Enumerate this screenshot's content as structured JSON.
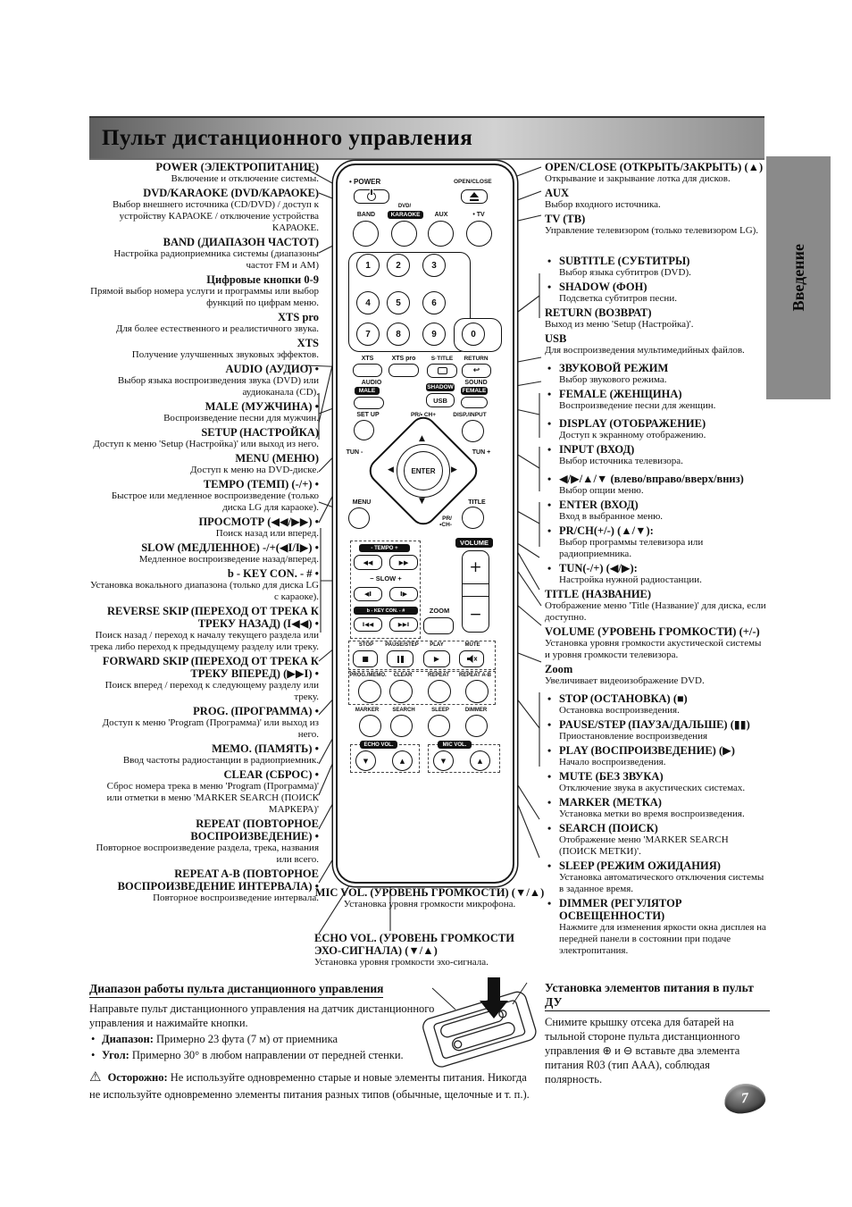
{
  "page": {
    "title": "Пульт дистанционного управления",
    "side_tab": "Введение",
    "page_number": "7"
  },
  "colors": {
    "page_bg": "#ffffff",
    "ink": "#111111",
    "tab_bg": "#8a8a8a",
    "titlebar_gray": "#a8a8a8"
  },
  "left_column": [
    {
      "h": "POWER (ЭЛЕКТРОПИТАНИЕ)",
      "d": "Включение и отключение системы."
    },
    {
      "h": "DVD/KARAOKE (DVD/КАРАОКЕ)",
      "d": "Выбор внешнего источника (CD/DVD) / доступ к устройству КАРАОКЕ / отключение устройства КАРАОКЕ."
    },
    {
      "h": "BAND (ДИАПАЗОН ЧАСТОТ)",
      "d": "Настройка радиоприемника системы (диапазоны частот FM и АМ)"
    },
    {
      "h": "Цифровые кнопки 0-9",
      "d": "Прямой выбор номера услуги и программы или выбор функций по цифрам меню."
    },
    {
      "h": "XTS pro",
      "d": "Для более естественного и реалистичного звука."
    },
    {
      "h": "XTS",
      "d": "Получение улучшенных звуковых эффектов."
    },
    {
      "h": "AUDIO (АУДИО) •",
      "d": "Выбор языка воспроизведения звука (DVD) или аудиоканала (CD)."
    },
    {
      "h": "MALE (МУЖЧИНА) •",
      "d": "Воспроизведение песни для мужчин."
    },
    {
      "h": "SETUP (НАСТРОЙКА)",
      "d": "Доступ к меню 'Setup (Настройка)' или выход из него."
    },
    {
      "h": "MENU (МЕНЮ)",
      "d": "Доступ к меню на DVD-диске."
    },
    {
      "h": "TEMPO (ТЕМП) (-/+) •",
      "d": "Быстрое или медленное воспроизведение (только диска LG для караоке)."
    },
    {
      "h": "ПРОСМОТР (◀◀/▶▶) •",
      "d": "Поиск назад или вперед."
    },
    {
      "h": "SLOW (МЕДЛЕННОЕ) -/+(◀I/I▶) •",
      "d": "Медленное воспроизведение назад/вперед."
    },
    {
      "h": "b - KEY CON. - # •",
      "d": "Установка вокального диапазона (только для диска LG с караоке)."
    },
    {
      "h": "REVERSE SKIP (ПЕРЕХОД ОТ ТРЕКА К ТРЕКУ НАЗАД) (I◀◀) •",
      "d": "Поиск назад / переход к началу текущего раздела или трека либо переход к предыдущему разделу или треку."
    },
    {
      "h": "FORWARD SKIP (ПЕРЕХОД ОТ ТРЕКА К ТРЕКУ ВПЕРЕД) (▶▶I) •",
      "d": "Поиск вперед / переход к следующему разделу или треку."
    },
    {
      "h": "PROG. (ПРОГРАММА) •",
      "d": "Доступ к меню 'Program (Программа)' или выход из него."
    },
    {
      "h": "MEMO. (ПАМЯТЬ) •",
      "d": "Ввод частоты радиостанции в радиоприемник."
    },
    {
      "h": "CLEAR (СБРОС) •",
      "d": "Сброс номера трека в меню 'Program (Программа)' или отметки в меню 'MARKER SEARCH (ПОИСК МАРКЕРА)'"
    },
    {
      "h": "REPEAT (ПОВТОРНОЕ ВОСПРОИЗВЕДЕНИЕ) •",
      "d": "Повторное воспроизведение раздела, трека, названия или всего."
    },
    {
      "h": "REPEAT A-B (ПОВТОРНОЕ ВОСПРОИЗВЕДЕНИЕ ИНТЕРВАЛА) •",
      "d": "Повторное воспроизведение интервала."
    }
  ],
  "right_column": [
    {
      "h": "OPEN/CLOSE (ОТКРЫТЬ/ЗАКРЫТЬ) (▲)",
      "d": "Открывание и закрывание лотка для дисков."
    },
    {
      "h": "AUX",
      "d": "Выбор входного источника."
    },
    {
      "h": "TV (ТВ)",
      "d": "Управление телевизором (только телевизором LG)."
    },
    {
      "h": "SUBTITLE (СУБТИТРЫ)",
      "d": "Выбор языка субтитров (DVD).",
      "b": "•",
      "cls": "gap-lg"
    },
    {
      "h": "SHADOW (ФОН)",
      "d": "Подсветка субтитров песни.",
      "b": "•"
    },
    {
      "h": "RETURN (ВОЗВРАТ)",
      "d": "Выход из меню 'Setup (Настройка)'."
    },
    {
      "h": "USB",
      "d": "Для воспроизведения мультимедийных файлов."
    },
    {
      "h": "ЗВУКОВОЙ РЕЖИМ",
      "d": "Выбор звукового режима.",
      "b": "•",
      "cls": "gap-sm"
    },
    {
      "h": "FEMALE (ЖЕНЩИНА)",
      "d": "Воспроизведение песни для женщин.",
      "b": "•"
    },
    {
      "h": "DISPLAY (ОТОБРАЖЕНИЕ)",
      "d": "Доступ к экранному отображению.",
      "b": "•",
      "cls": "gap-sm"
    },
    {
      "h": "INPUT (ВХОД)",
      "d": "Выбор источника телевизора.",
      "b": "•"
    },
    {
      "h": "◀/▶/▲/▼ (влево/вправо/вверх/вниз)",
      "d": "Выбор опции меню.",
      "b": "•",
      "cls": "gap-sm"
    },
    {
      "h": "ENTER (ВХОД)",
      "d": "Вход в выбранное меню.",
      "b": "•"
    },
    {
      "h": "PR/CH(+/-) (▲/▼):",
      "d": "Выбор программы телевизора или радиоприемника.",
      "b": "•"
    },
    {
      "h": "TUN(-/+) (◀/▶):",
      "d": "Настройка нужной радиостанции.",
      "b": "•"
    },
    {
      "h": "TITLE (НАЗВАНИЕ)",
      "d": "Отображение меню 'Title (Название)' для диска, если доступно."
    },
    {
      "h": "VOLUME (УРОВЕНЬ ГРОМКОСТИ) (+/-)",
      "d": "Установка уровня громкости акустической системы и уровня громкости телевизора."
    },
    {
      "h": "Zoom",
      "d": "Увеличивает видеоизображение DVD."
    },
    {
      "h": "STOP (ОСТАНОВКА) (■)",
      "d": "Остановка воспроизведения.",
      "b": "•",
      "cls": "gap-sm"
    },
    {
      "h": "PAUSE/STEP (ПАУЗА/ДАЛЬШЕ) (▮▮)",
      "d": "Приостановление воспроизведения",
      "b": "•"
    },
    {
      "h": "PLAY (ВОСПРОИЗВЕДЕНИЕ) (▶)",
      "d": "Начало воспроизведения.",
      "b": "•"
    },
    {
      "h": "MUTE (БЕЗ ЗВУКА)",
      "d": "Отключение звука в акустических системах.",
      "b": "•"
    },
    {
      "h": "MARKER (МЕТКА)",
      "d": "Установка метки во время воспроизведения.",
      "b": "•"
    },
    {
      "h": "SEARCH (ПОИСК)",
      "d": "Отображение меню 'MARKER SEARCH (ПОИСК МЕТКИ)'.",
      "b": "•"
    },
    {
      "h": "SLEEP (РЕЖИМ ОЖИДАНИЯ)",
      "d": "Установка автоматического отключения системы в заданное время.",
      "b": "•"
    },
    {
      "h": "DIMMER (РЕГУЛЯТОР ОСВЕЩЕННОСТИ)",
      "d": "Нажмите для изменения яркости окна дисплея на передней панели в состоянии при подаче электропитания.",
      "b": "•"
    }
  ],
  "center_labels": {
    "mic": {
      "h": "MIC VOL. (УРОВЕНЬ ГРОМКОСТИ) (▼/▲)",
      "d": "Установка уровня громкости микрофона."
    },
    "echo": {
      "h": "ECHO VOL. (УРОВЕНЬ ГРОМКОСТИ ЭХО-СИГНАЛА) (▼/▲)",
      "d": "Установка уровня громкости эхо-сигнала."
    }
  },
  "remote": {
    "power_label": "• POWER",
    "open_close": "OPEN/CLOSE",
    "band": "BAND",
    "dvd": "DVD/",
    "karaoke": "KARAOKE",
    "aux": "AUX",
    "tv": "• TV",
    "digits": [
      "1",
      "2",
      "3",
      "4",
      "5",
      "6",
      "7",
      "8",
      "9",
      "0"
    ],
    "xts": "XTS",
    "xts_pro": "XTS pro",
    "s_title": "S·TITLE",
    "return_label": "RETURN",
    "audio": "AUDIO",
    "male": "MALE",
    "shadow": "SHADOW",
    "usb": "USB",
    "sound": "SOUND",
    "female": "FEMALE",
    "set_up": "SET UP",
    "pr_ch_plus": "PR/• CH+",
    "disp_input": "DISP./INPUT",
    "tun_minus": "TUN -",
    "tun_plus": "TUN +",
    "enter": "ENTER",
    "menu": "MENU",
    "title": "TITLE",
    "pr_ch_minus": "PR/\n•CH-",
    "volume": "VOLUME",
    "vol_plus": "+",
    "vol_minus": "−",
    "tempo": "- TEMPO +",
    "slow": "− SLOW +",
    "key_con": "b - KEY CON. - #",
    "zoom": "ZOOM",
    "rew": "◀◀",
    "ff": "▶▶",
    "slow_rev": "◀I",
    "slow_fwd": "I▶",
    "skip_rev": "I◀◀",
    "skip_fwd": "▶▶I",
    "stop": "STOP",
    "pause_step": "PAUSE/STEP",
    "play": "PLAY",
    "mute": "MUTE",
    "stop_glyph": "■",
    "play_glyph": "▶",
    "prog_memo": "PROG./MEMO.",
    "clear": "CLEAR",
    "repeat": "REPEAT",
    "repeat_ab": "REPEAT A-B",
    "marker": "MARKER",
    "search": "SEARCH",
    "sleep": "SLEEP",
    "dimmer": "DIMMER",
    "echo_vol": "ECHO VOL.",
    "mic_vol": "MIC VOL.",
    "up": "▲",
    "down": "▼",
    "left": "◀",
    "right": "▶"
  },
  "range_section": {
    "title": "Диапазон работы пульта дистанционного управления",
    "intro": "Направьте пульт дистанционного управления на датчик дистанционного управления и нажимайте кнопки.",
    "bullets": [
      {
        "label": "Диапазон:",
        "text": "Примерно 23 фута (7 м) от приемника"
      },
      {
        "label": "Угол:",
        "text": "Примерно 30° в любом направлении от передней стенки."
      }
    ]
  },
  "battery_section": {
    "title": "Установка элементов питания в пульт ДУ",
    "text": "Снимите крышку отсека для батарей на тыльной стороне пульта дистанционного управления ⊕ и ⊖ вставьте два элемента питания R03 (тип ААА), соблюдая полярность."
  },
  "caution": {
    "icon": "warning-triangle",
    "label": "Осторожно:",
    "text": "Не используйте одновременно старые и новые элементы питания. Никогда не используйте одновременно элементы питания разных типов (обычные, щелочные и т. п.)."
  }
}
